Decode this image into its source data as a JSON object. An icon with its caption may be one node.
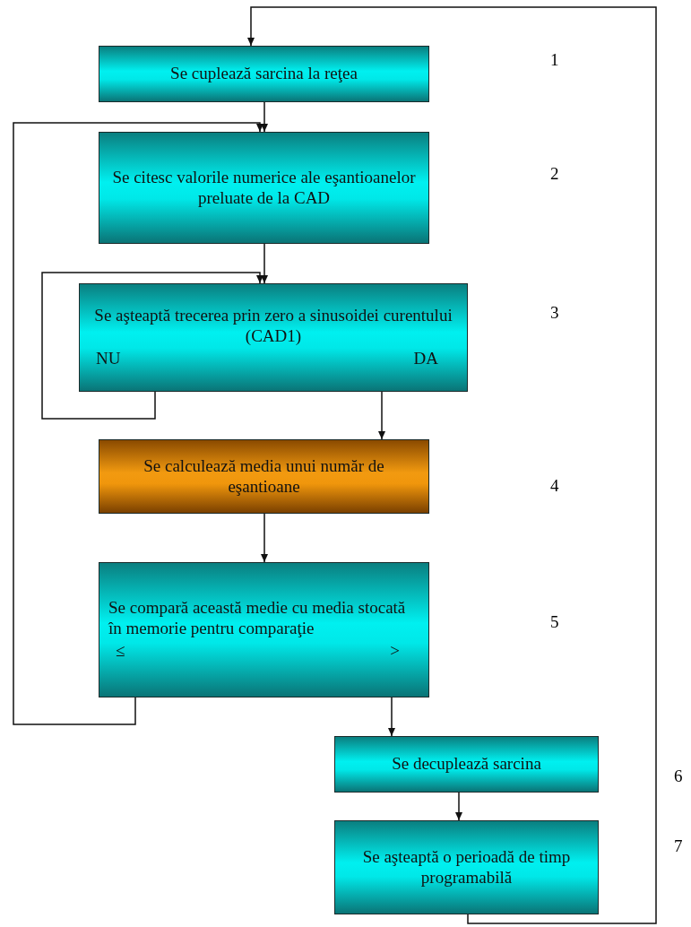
{
  "diagram": {
    "nodes": [
      {
        "text": [
          "Se cuplează sarcina la reţea"
        ]
      },
      {
        "text": [
          "Se citesc valorile numerice ale eşantioanelor preluate de la CAD"
        ]
      },
      {
        "text": [
          "Se aşteaptă trecerea prin zero a sinusoidei curentului (CAD1)",
          "NU",
          "DA"
        ]
      },
      {
        "text": [
          "Se calculează media unui număr de eşantioane"
        ]
      },
      {
        "text": [
          "Se compară această medie cu media stocată în memorie pentru comparaţie",
          "≤",
          ">"
        ]
      },
      {
        "text": [
          "Se decuplează sarcina"
        ]
      },
      {
        "text": [
          "Se aşteaptă o perioadă de timp programabilă"
        ]
      }
    ],
    "edges": [
      {
        "from": 0,
        "to": 1,
        "arrow": "to"
      },
      {
        "from": 1,
        "to": 2,
        "arrow": "to"
      },
      {
        "from": 2,
        "to": 2,
        "arrow": "to"
      },
      {
        "from": 2,
        "to": 3,
        "arrow": "to"
      },
      {
        "from": 3,
        "to": 4,
        "arrow": "to"
      },
      {
        "from": 4,
        "to": 1,
        "arrow": "to"
      },
      {
        "from": 4,
        "to": 5,
        "arrow": "to"
      },
      {
        "from": 5,
        "to": 6,
        "arrow": "to"
      },
      {
        "from": 6,
        "to": 0,
        "arrow": "to"
      }
    ],
    "labels": [
      "1",
      "2",
      "3",
      "4",
      "5",
      "6",
      "7"
    ]
  }
}
